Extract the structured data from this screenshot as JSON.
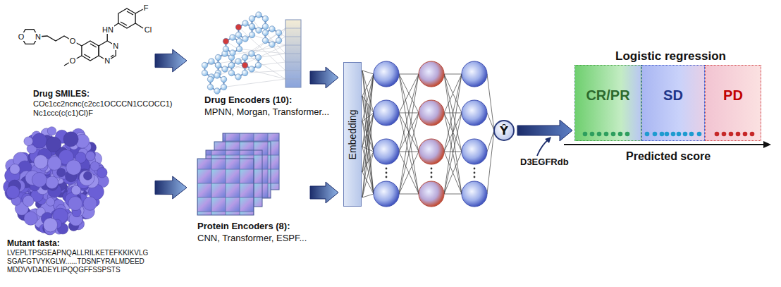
{
  "diagram": {
    "nodes": [
      {
        "text": [
          "Embedding"
        ]
      },
      {
        "text": [
          "Ŷ"
        ]
      },
      {
        "text": [
          "Logistic regression"
        ]
      },
      {
        "text": [
          "CR/PR"
        ],
        "in": 2
      },
      {
        "text": [
          "SD"
        ],
        "in": 2
      },
      {
        "text": [
          "PD"
        ],
        "in": 2
      }
    ],
    "edges": [
      {
        "from": 1,
        "to": 2,
        "arrow": "to"
      }
    ],
    "labels": [
      "Drug SMILES:",
      "COc1cc2ncnc(c2cc1OCCCN1CCOCC1) Nc1ccc(c(c1)Cl)F",
      "Mutant fasta:",
      "LVEPLTPSGEAPNQALLRILKETEFKKIKVLG SGAFGTVYKGLW......TDSNFYRALMDEED MDDVVDADEYLIPQQGFFSSPSTS",
      "Drug Encoders (10):",
      "MPNN, Morgan, Transformer...",
      "Protein Encoders (8):",
      "CNN, Transformer, ESPF...",
      "D3EGFRdb",
      "Predicted score",
      "O",
      "N",
      "O",
      "O",
      "HN",
      "F",
      "Cl",
      "N",
      "N"
    ]
  }
}
